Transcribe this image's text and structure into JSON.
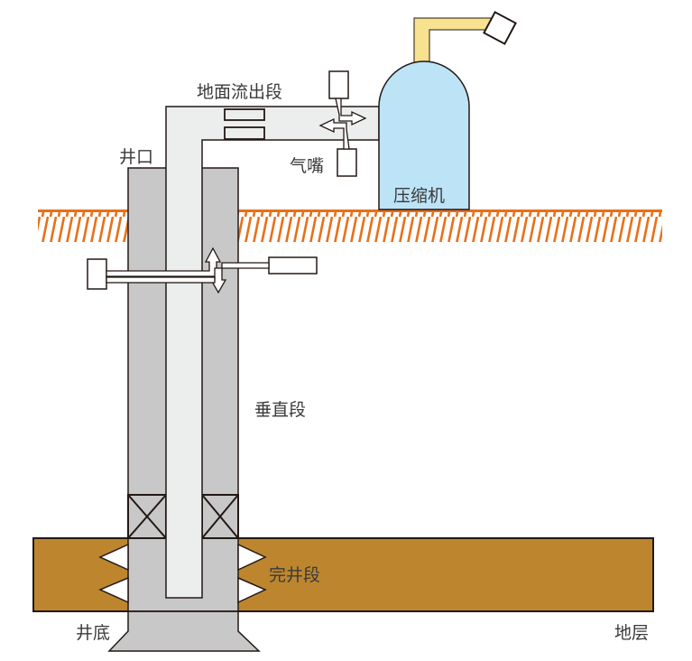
{
  "title": "Gas well production system diagram",
  "labels": {
    "surface_flow_section": "地面流出段",
    "wellhead": "井口",
    "choke": "气嘴",
    "compressor": "压缩机",
    "vertical_section": "垂直段",
    "completion_section": "完井段",
    "bottomhole": "井底",
    "formation": "地层"
  },
  "colors": {
    "ground_hatch": "#e8701a",
    "casing": "#c8c8c8",
    "tubing": "#eceeee",
    "compressor_body": "#bde3f7",
    "compressor_pipe": "#f7e28f",
    "formation": "#bd862e",
    "outline": "#231815"
  }
}
